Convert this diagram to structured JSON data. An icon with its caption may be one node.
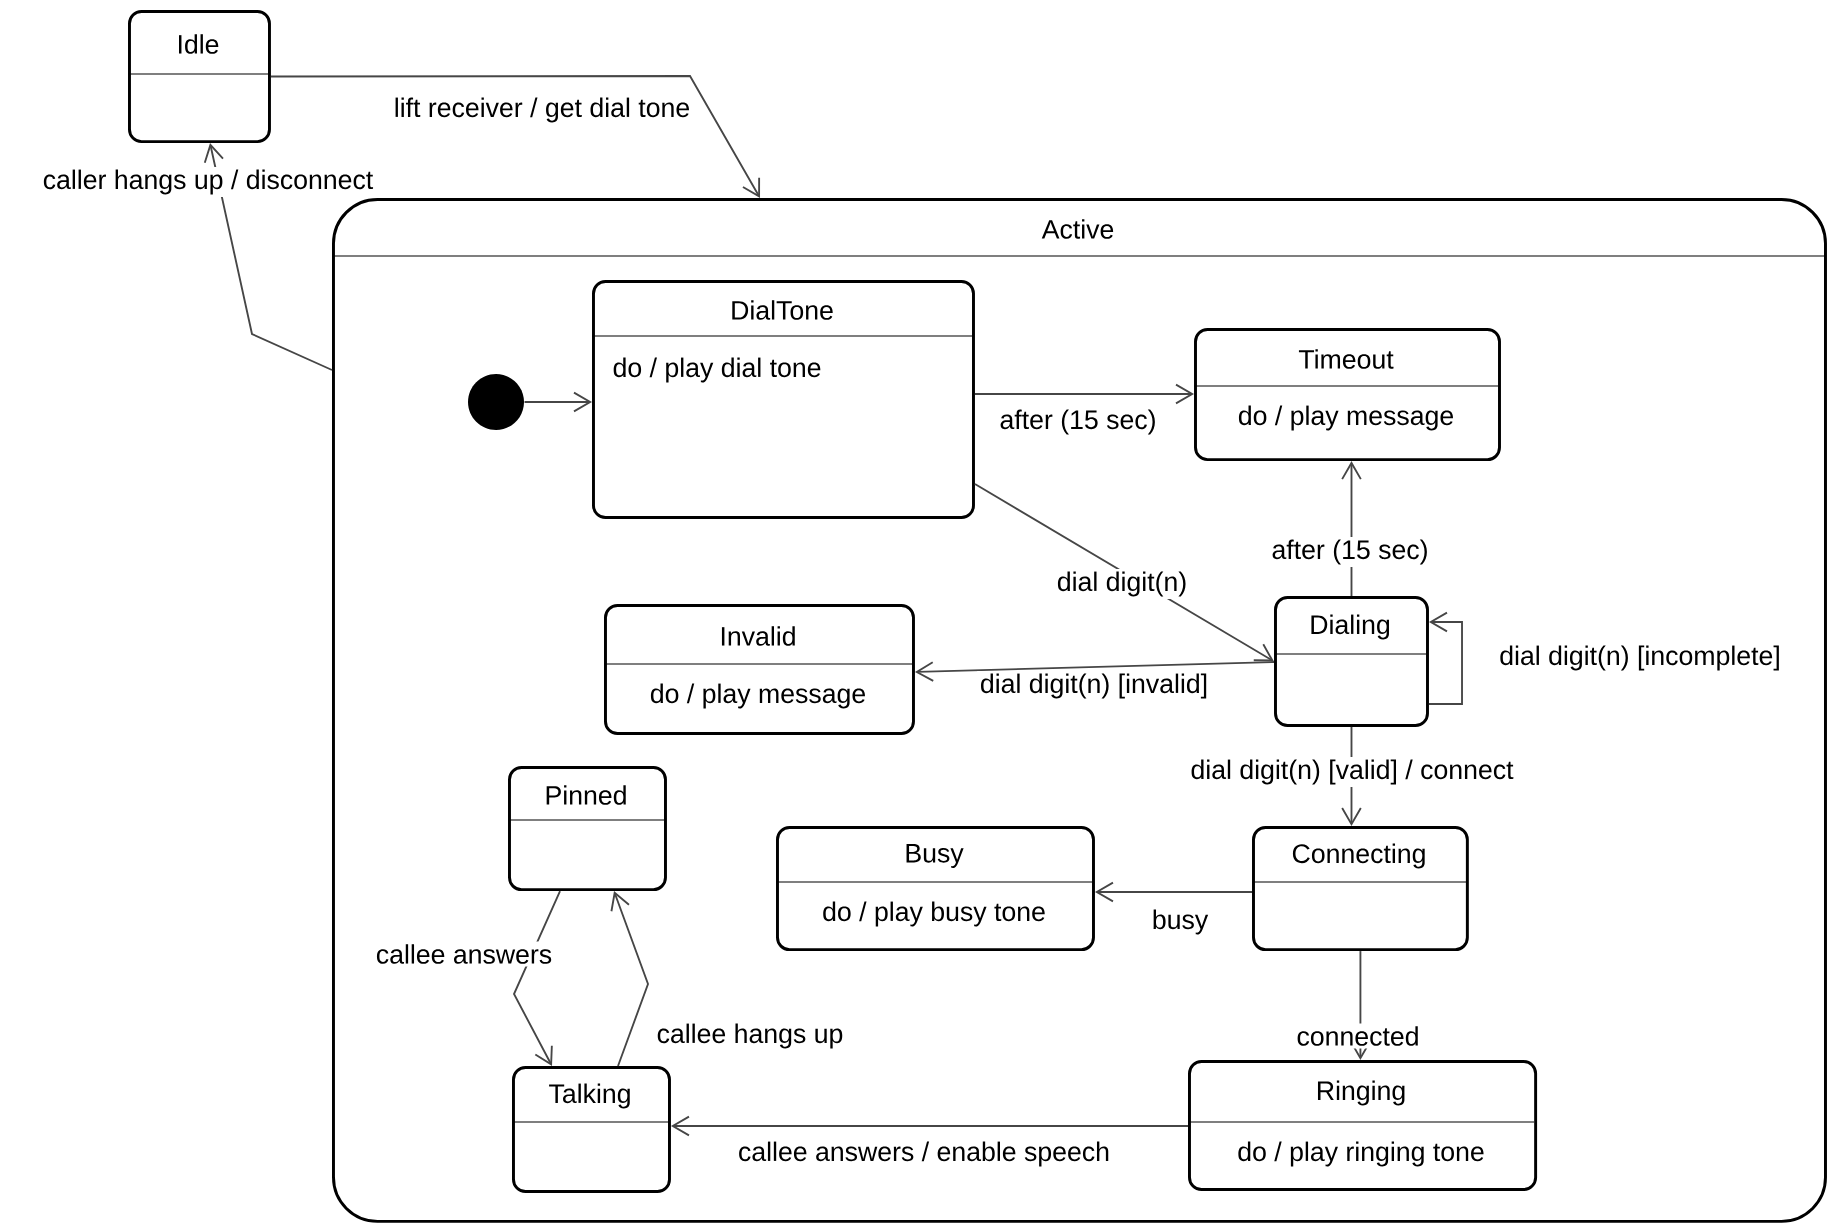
{
  "diagram": {
    "nodes": [
      {
        "text": [
          "Idle"
        ]
      },
      {
        "text": [
          "Active"
        ]
      },
      {
        "text": [],
        "shape": "circle",
        "in": 1
      },
      {
        "text": [
          "DialTone",
          "do / play dial tone"
        ],
        "in": 1
      },
      {
        "text": [
          "Timeout",
          "do / play message"
        ],
        "in": 1
      },
      {
        "text": [
          "Dialing"
        ],
        "in": 1
      },
      {
        "text": [
          "Invalid",
          "do / play message"
        ],
        "in": 1
      },
      {
        "text": [
          "Pinned"
        ],
        "in": 1
      },
      {
        "text": [
          "Busy",
          "do / play busy tone"
        ],
        "in": 1
      },
      {
        "text": [
          "Connecting"
        ],
        "in": 1
      },
      {
        "text": [
          "Talking"
        ],
        "in": 1
      },
      {
        "text": [
          "Ringing",
          "do / play ringing tone"
        ],
        "in": 1
      }
    ],
    "edges": [
      {
        "from": 0,
        "to": 1,
        "arrow": "to",
        "label": "lift receiver / get dial tone"
      },
      {
        "from": 1,
        "to": 0,
        "arrow": "to",
        "label": "caller hangs up / disconnect"
      },
      {
        "from": 2,
        "to": 3,
        "arrow": "to"
      },
      {
        "from": 3,
        "to": 4,
        "arrow": "to",
        "label": "after (15 sec)"
      },
      {
        "from": 3,
        "to": 5,
        "arrow": "to",
        "label": "dial digit(n)"
      },
      {
        "from": 5,
        "to": 4,
        "arrow": "to",
        "label": "after (15 sec)"
      },
      {
        "from": 5,
        "to": 5,
        "arrow": "to",
        "label": "dial digit(n) [incomplete]"
      },
      {
        "from": 5,
        "to": 6,
        "arrow": "to",
        "label": "dial digit(n) [invalid]"
      },
      {
        "from": 5,
        "to": 9,
        "arrow": "to",
        "label": "dial digit(n) [valid] / connect"
      },
      {
        "from": 9,
        "to": 8,
        "arrow": "to",
        "label": "busy"
      },
      {
        "from": 9,
        "to": 11,
        "arrow": "to",
        "label": "connected"
      },
      {
        "from": 11,
        "to": 10,
        "arrow": "to",
        "label": "callee answers / enable speech"
      },
      {
        "from": 7,
        "to": 10,
        "arrow": "to",
        "label": "callee answers"
      },
      {
        "from": 10,
        "to": 7,
        "arrow": "to",
        "label": "callee hangs up"
      }
    ]
  }
}
